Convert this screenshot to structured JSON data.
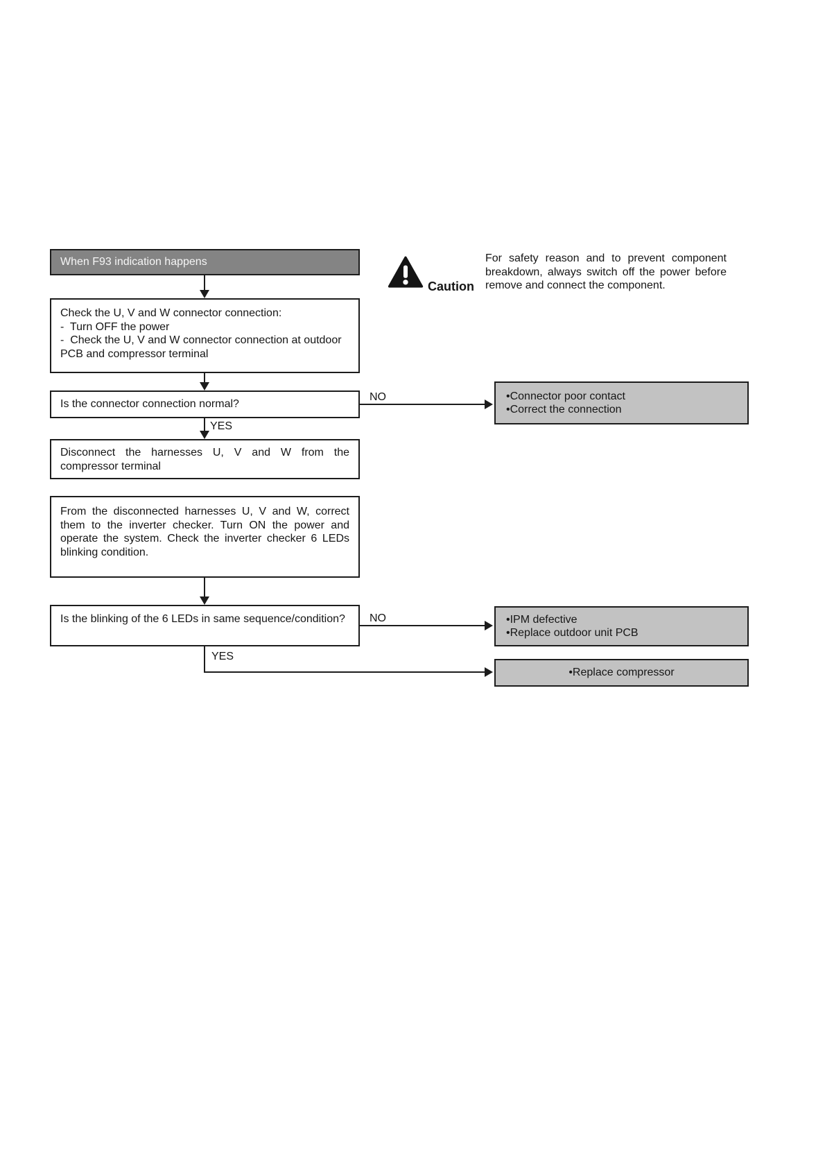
{
  "page": {
    "background": "#ffffff"
  },
  "caution": {
    "label": "Caution",
    "text": "For safety reason and to prevent component breakdown, always switch off the power before remove and connect the component."
  },
  "flowchart": {
    "labels": {
      "yes": "YES",
      "no": "NO"
    },
    "start": "When F93 indication happens",
    "check_connector": {
      "lines": [
        "Check the U, V and W connector connection:",
        "-  Turn OFF the power",
        "-  Check the U, V and W connector connection at outdoor PCB and compressor terminal"
      ]
    },
    "question_connection": "Is the connector connection normal?",
    "disconnect": "Disconnect the harnesses U, V and W from the compressor terminal",
    "inverter_check": "From the disconnected harnesses U, V and W, correct them to the inverter checker. Turn ON the power and operate the system. Check the inverter checker 6 LEDs blinking condition.",
    "question_leds": "Is the blinking of the 6 LEDs in same sequence/condition?",
    "outcome_connector": {
      "items": [
        "•Connector poor contact",
        "•Correct the connection"
      ]
    },
    "outcome_ipm": {
      "items": [
        "•IPM defective",
        "•Replace outdoor unit PCB"
      ]
    },
    "outcome_compressor": "•Replace compressor"
  },
  "colors": {
    "start_box_bg": "#848484",
    "start_box_text": "#f6f6f6",
    "outcome_box_bg": "#c2c2c2",
    "line": "#1c1c1c",
    "page_bg": "#ffffff"
  }
}
